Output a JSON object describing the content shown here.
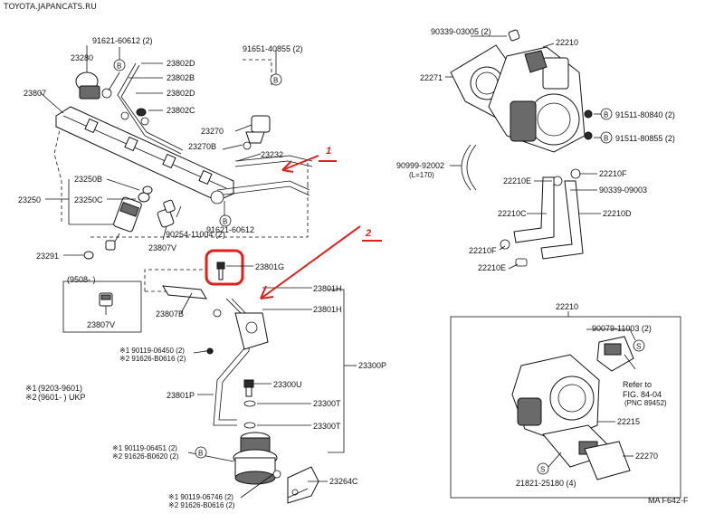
{
  "watermark": "TOYOTA.JAPANCATS.RU",
  "figure_code": "MA F642-F",
  "legend": {
    "mark1": "※1",
    "range1": "(9203-9601)",
    "mark2": "※2",
    "range2": "(9601-      ) UKP"
  },
  "callouts": {
    "c1": "1",
    "c2": "2"
  },
  "circle_marks": {
    "b": "B",
    "s": "S"
  },
  "inset": {
    "range": "(9508-      )",
    "part": "23807V"
  },
  "refer_note": {
    "line1": "Refer to",
    "line2": "FIG. 84-04",
    "line3": "(PNC 89452)"
  },
  "left_group": {
    "p_91621_60612_top": "91621-60612 (2)",
    "p_23280": "23280",
    "p_23802D_1": "23802D",
    "p_23802B": "23802B",
    "p_23802D_2": "23802D",
    "p_23802C": "23802C",
    "p_23807": "23807",
    "p_91651": "91651-40855 (2)",
    "p_23270": "23270",
    "p_23270B": "23270B",
    "p_23232": "23232",
    "p_23250B": "23250B",
    "p_23250": "23250",
    "p_23250C": "23250C",
    "p_90254": "90254-11004 (2)",
    "p_91621_60612_bot": "91621-60612",
    "p_23807V": "23807V",
    "p_23291": "23291",
    "p_23801G": "23801G",
    "p_23807B": "23807B",
    "p_23801H_1": "23801H",
    "p_23801H_2": "23801H",
    "p_90119_06450": "※1 90119-06450 (2)",
    "p_91626_B0616": "※2 91626-B0616 (2)",
    "p_23300P": "23300P",
    "p_23300U": "23300U",
    "p_23801P": "23801P",
    "p_23300T_1": "23300T",
    "p_23300T_2": "23300T",
    "p_90119_06451": "※1 90119-06451 (2)",
    "p_91626_B0620": "※2 91626-B0620 (2)",
    "p_23264C": "23264C",
    "p_90119_06746": "※1 90119-06746 (2)",
    "p_91626_B0616b": "※2 91626-B0616 (2)"
  },
  "right_top": {
    "p_90339_03005": "90339-03005 (2)",
    "p_22210_top": "22210",
    "p_22271": "22271",
    "p_91511_80840": "91511-80840 (2)",
    "p_91511_80855": "91511-80855 (2)",
    "p_90999_92002": "90999-92002",
    "p_len": "(L=170)",
    "p_22210F_1": "22210F",
    "p_22210E_1": "22210E",
    "p_90339_09003": "90339-09003",
    "p_22210C": "22210C",
    "p_22210D": "22210D",
    "p_22210F_2": "22210F",
    "p_22210E_2": "22210E"
  },
  "right_bottom": {
    "p_22210": "22210",
    "p_90079": "90079-11003 (2)",
    "p_22215": "22215",
    "p_22270": "22270",
    "p_21821": "21821-25180 (4)"
  }
}
